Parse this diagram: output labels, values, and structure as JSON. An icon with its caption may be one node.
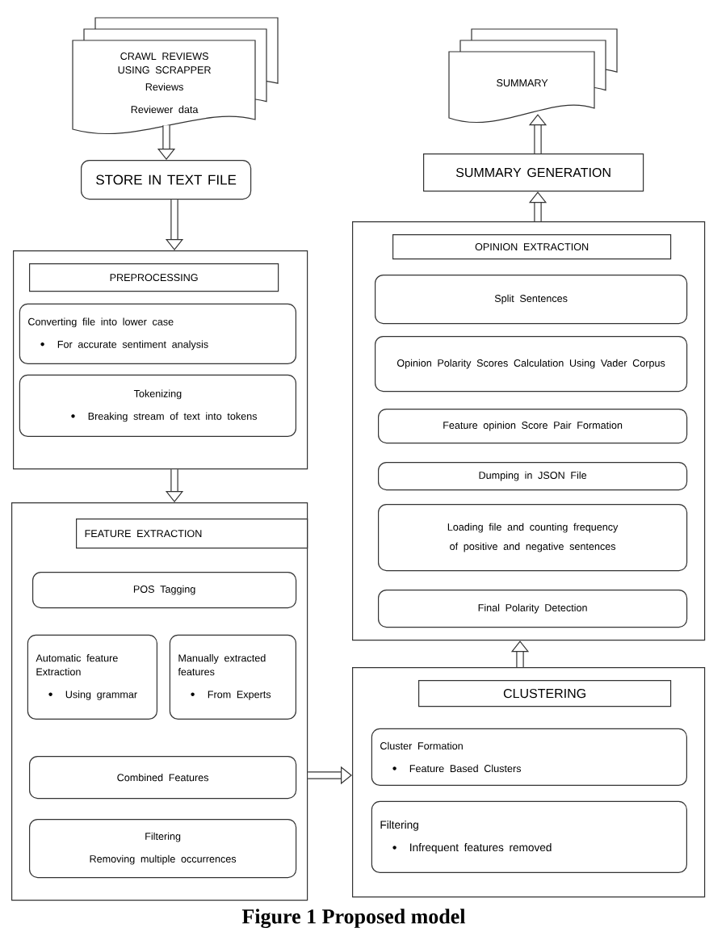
{
  "diagram": {
    "caption": "Figure 1 Proposed model",
    "nodes": [
      {
        "text": [
          "CRAWL REVIEWS USING SCRAPPER",
          "Reviews",
          "Reviewer data"
        ]
      },
      {
        "text": [
          "STORE IN TEXT FILE"
        ]
      },
      {
        "text": [],
        "shape": "box"
      },
      {
        "text": [
          "PREPROCESSING"
        ],
        "in": 2
      },
      {
        "text": [
          "Converting file into lower case",
          "For accurate sentiment analysis"
        ],
        "in": 2
      },
      {
        "text": [
          "Tokenizing",
          "Breaking stream of text into tokens"
        ],
        "in": 2
      },
      {
        "text": [],
        "shape": "box"
      },
      {
        "text": [
          "FEATURE EXTRACTION"
        ],
        "in": 6
      },
      {
        "text": [
          "POS Tagging"
        ],
        "in": 6
      },
      {
        "text": [
          "Automatic feature Extraction",
          "Using grammar"
        ],
        "in": 6
      },
      {
        "text": [
          "Manually extracted features",
          "From Experts"
        ],
        "in": 6
      },
      {
        "text": [
          "Combined Features"
        ],
        "in": 6
      },
      {
        "text": [
          "Filtering",
          "Removing multiple occurrences"
        ],
        "in": 6
      },
      {
        "text": [],
        "shape": "box"
      },
      {
        "text": [
          "CLUSTERING"
        ],
        "in": 13
      },
      {
        "text": [
          "Cluster Formation",
          "Feature Based Clusters"
        ],
        "in": 13
      },
      {
        "text": [
          "Filtering",
          "Infrequent features removed"
        ],
        "in": 13
      },
      {
        "text": [],
        "shape": "box"
      },
      {
        "text": [
          "OPINION EXTRACTION"
        ],
        "in": 17
      },
      {
        "text": [
          "Split Sentences"
        ],
        "in": 17
      },
      {
        "text": [
          "Opinion Polarity Scores Calculation Using Vader Corpus"
        ],
        "in": 17
      },
      {
        "text": [
          "Feature opinion Score Pair Formation"
        ],
        "in": 17
      },
      {
        "text": [
          "Dumping in JSON File"
        ],
        "in": 17
      },
      {
        "text": [
          "Loading file and counting frequency of positive and negative sentences"
        ],
        "in": 17
      },
      {
        "text": [
          "Final Polarity Detection"
        ],
        "in": 17
      },
      {
        "text": [
          "SUMMARY GENERATION"
        ]
      },
      {
        "text": [
          "SUMMARY"
        ]
      }
    ],
    "edges": [
      {
        "from": 0,
        "to": 1,
        "arrow": "to"
      },
      {
        "from": 1,
        "to": 2,
        "arrow": "to"
      },
      {
        "from": 2,
        "to": 6,
        "arrow": "to"
      },
      {
        "from": 6,
        "to": 13,
        "arrow": "to"
      },
      {
        "from": 13,
        "to": 17,
        "arrow": "to"
      },
      {
        "from": 17,
        "to": 25,
        "arrow": "to"
      },
      {
        "from": 25,
        "to": 26,
        "arrow": "to"
      }
    ]
  }
}
